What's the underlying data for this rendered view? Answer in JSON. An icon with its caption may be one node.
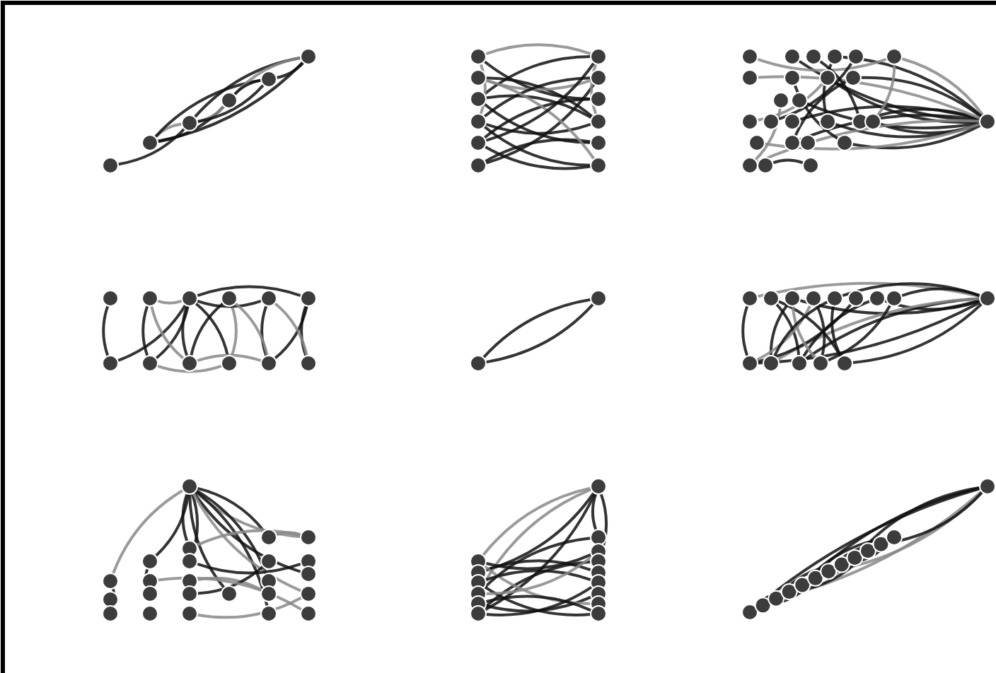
{
  "diagram": {
    "nodes": [
      {
        "text": [],
        "shape": "circle"
      },
      {
        "text": [],
        "shape": "circle"
      },
      {
        "text": [],
        "shape": "circle"
      },
      {
        "text": [],
        "shape": "circle"
      },
      {
        "text": [],
        "shape": "circle"
      },
      {
        "text": [],
        "shape": "circle"
      },
      {
        "text": [],
        "shape": "circle"
      },
      {
        "text": [],
        "shape": "circle"
      },
      {
        "text": [],
        "shape": "circle"
      },
      {
        "text": [],
        "shape": "circle"
      },
      {
        "text": [],
        "shape": "circle"
      },
      {
        "text": [],
        "shape": "circle"
      },
      {
        "text": [],
        "shape": "circle"
      },
      {
        "text": [],
        "shape": "circle"
      },
      {
        "text": [],
        "shape": "circle"
      },
      {
        "text": [],
        "shape": "circle"
      },
      {
        "text": [],
        "shape": "circle"
      },
      {
        "text": [],
        "shape": "circle"
      },
      {
        "text": [],
        "shape": "circle"
      },
      {
        "text": [],
        "shape": "circle"
      },
      {
        "text": [],
        "shape": "circle"
      },
      {
        "text": [],
        "shape": "circle"
      },
      {
        "text": [],
        "shape": "circle"
      },
      {
        "text": [],
        "shape": "circle"
      },
      {
        "text": [],
        "shape": "circle"
      },
      {
        "text": [],
        "shape": "circle"
      },
      {
        "text": [],
        "shape": "circle"
      },
      {
        "text": [],
        "shape": "circle"
      },
      {
        "text": [],
        "shape": "circle"
      },
      {
        "text": [],
        "shape": "circle"
      },
      {
        "text": [],
        "shape": "circle"
      },
      {
        "text": [],
        "shape": "circle"
      },
      {
        "text": [],
        "shape": "circle"
      },
      {
        "text": [],
        "shape": "circle"
      },
      {
        "text": [],
        "shape": "circle"
      },
      {
        "text": [],
        "shape": "circle"
      },
      {
        "text": [],
        "shape": "circle"
      },
      {
        "text": [],
        "shape": "circle"
      },
      {
        "text": [],
        "shape": "circle"
      },
      {
        "text": [],
        "shape": "circle"
      },
      {
        "text": [],
        "shape": "circle"
      },
      {
        "text": [],
        "shape": "circle"
      },
      {
        "text": [],
        "shape": "circle"
      },
      {
        "text": [],
        "shape": "circle"
      },
      {
        "text": [],
        "shape": "circle"
      },
      {
        "text": [],
        "shape": "circle"
      },
      {
        "text": [],
        "shape": "circle"
      },
      {
        "text": [],
        "shape": "circle"
      },
      {
        "text": [],
        "shape": "circle"
      },
      {
        "text": [],
        "shape": "circle"
      },
      {
        "text": [],
        "shape": "circle"
      },
      {
        "text": [],
        "shape": "circle"
      },
      {
        "text": [],
        "shape": "circle"
      },
      {
        "text": [],
        "shape": "circle"
      },
      {
        "text": [],
        "shape": "circle"
      },
      {
        "text": [],
        "shape": "circle"
      },
      {
        "text": [],
        "shape": "circle"
      },
      {
        "text": [],
        "shape": "circle"
      },
      {
        "text": [],
        "shape": "circle"
      },
      {
        "text": [],
        "shape": "circle"
      },
      {
        "text": [],
        "shape": "circle"
      },
      {
        "text": [],
        "shape": "circle"
      },
      {
        "text": [],
        "shape": "circle"
      },
      {
        "text": [],
        "shape": "circle"
      },
      {
        "text": [],
        "shape": "circle"
      },
      {
        "text": [],
        "shape": "circle"
      },
      {
        "text": [],
        "shape": "circle"
      },
      {
        "text": [],
        "shape": "circle"
      },
      {
        "text": [],
        "shape": "circle"
      },
      {
        "text": [],
        "shape": "circle"
      },
      {
        "text": [],
        "shape": "circle"
      },
      {
        "text": [],
        "shape": "circle"
      },
      {
        "text": [],
        "shape": "circle"
      },
      {
        "text": [],
        "shape": "circle"
      },
      {
        "text": [],
        "shape": "circle"
      },
      {
        "text": [],
        "shape": "circle"
      },
      {
        "text": [],
        "shape": "circle"
      },
      {
        "text": [],
        "shape": "circle"
      },
      {
        "text": [],
        "shape": "circle"
      },
      {
        "text": [],
        "shape": "circle"
      },
      {
        "text": [],
        "shape": "circle"
      },
      {
        "text": [],
        "shape": "circle"
      },
      {
        "text": [],
        "shape": "circle"
      },
      {
        "text": [],
        "shape": "circle"
      },
      {
        "text": [],
        "shape": "circle"
      },
      {
        "text": [],
        "shape": "circle"
      },
      {
        "text": [],
        "shape": "circle"
      },
      {
        "text": [],
        "shape": "circle"
      },
      {
        "text": [],
        "shape": "circle"
      },
      {
        "text": [],
        "shape": "circle"
      },
      {
        "text": [],
        "shape": "circle"
      },
      {
        "text": [],
        "shape": "circle"
      },
      {
        "text": [],
        "shape": "circle"
      },
      {
        "text": [],
        "shape": "circle"
      },
      {
        "text": [],
        "shape": "circle"
      },
      {
        "text": [],
        "shape": "circle"
      },
      {
        "text": [],
        "shape": "circle"
      },
      {
        "text": [],
        "shape": "circle"
      },
      {
        "text": [],
        "shape": "circle"
      },
      {
        "text": [],
        "shape": "circle"
      },
      {
        "text": [],
        "shape": "circle"
      },
      {
        "text": [],
        "shape": "circle"
      },
      {
        "text": [],
        "shape": "circle"
      },
      {
        "text": [],
        "shape": "circle"
      },
      {
        "text": [],
        "shape": "circle"
      },
      {
        "text": [],
        "shape": "circle"
      },
      {
        "text": [],
        "shape": "circle"
      },
      {
        "text": [],
        "shape": "circle"
      },
      {
        "text": [],
        "shape": "circle"
      },
      {
        "text": [],
        "shape": "circle"
      },
      {
        "text": [],
        "shape": "circle"
      },
      {
        "text": [],
        "shape": "circle"
      },
      {
        "text": [],
        "shape": "circle"
      },
      {
        "text": [],
        "shape": "circle"
      },
      {
        "text": [],
        "shape": "circle"
      },
      {
        "text": [],
        "shape": "circle"
      },
      {
        "text": [],
        "shape": "circle"
      },
      {
        "text": [],
        "shape": "circle"
      },
      {
        "text": [],
        "shape": "circle"
      },
      {
        "text": [],
        "shape": "circle"
      },
      {
        "text": [],
        "shape": "circle"
      },
      {
        "text": [],
        "shape": "circle"
      },
      {
        "text": [],
        "shape": "circle"
      },
      {
        "text": [],
        "shape": "circle"
      }
    ],
    "edges": [
      {
        "from": 0,
        "to": 2,
        "arrow": "none"
      },
      {
        "from": 1,
        "to": 2,
        "arrow": "none",
        "color": "#888888"
      },
      {
        "from": 1,
        "to": 3,
        "arrow": "none"
      },
      {
        "from": 1,
        "to": 4,
        "arrow": "none"
      },
      {
        "from": 2,
        "to": 3,
        "arrow": "none",
        "color": "#888888"
      },
      {
        "from": 2,
        "to": 5,
        "arrow": "none"
      },
      {
        "from": 2,
        "to": 4,
        "arrow": "none"
      },
      {
        "from": 3,
        "to": 5,
        "arrow": "none",
        "color": "#888888"
      },
      {
        "from": 4,
        "to": 5,
        "arrow": "none"
      },
      {
        "from": 3,
        "to": 4,
        "arrow": "none"
      },
      {
        "from": 1,
        "to": 5,
        "arrow": "none"
      },
      {
        "from": 6,
        "to": 12,
        "arrow": "none",
        "color": "#888888"
      },
      {
        "from": 6,
        "to": 14,
        "arrow": "none"
      },
      {
        "from": 7,
        "to": 15,
        "arrow": "none"
      },
      {
        "from": 7,
        "to": 13,
        "arrow": "none",
        "color": "#888888"
      },
      {
        "from": 8,
        "to": 12,
        "arrow": "none"
      },
      {
        "from": 8,
        "to": 16,
        "arrow": "none"
      },
      {
        "from": 9,
        "to": 13,
        "arrow": "none"
      },
      {
        "from": 9,
        "to": 15,
        "arrow": "none"
      },
      {
        "from": 10,
        "to": 14,
        "arrow": "none"
      },
      {
        "from": 10,
        "to": 17,
        "arrow": "none"
      },
      {
        "from": 11,
        "to": 16,
        "arrow": "none"
      },
      {
        "from": 11,
        "to": 13,
        "arrow": "none"
      },
      {
        "from": 6,
        "to": 9,
        "arrow": "none",
        "color": "#888888"
      },
      {
        "from": 12,
        "to": 15,
        "arrow": "none",
        "color": "#888888"
      },
      {
        "from": 8,
        "to": 15,
        "arrow": "none"
      },
      {
        "from": 9,
        "to": 17,
        "arrow": "none"
      },
      {
        "from": 7,
        "to": 17,
        "arrow": "none",
        "color": "#888888"
      },
      {
        "from": 10,
        "to": 12,
        "arrow": "none"
      },
      {
        "from": 23,
        "to": 43,
        "arrow": "none",
        "color": "#888888"
      },
      {
        "from": 19,
        "to": 43,
        "arrow": "none"
      },
      {
        "from": 21,
        "to": 43,
        "arrow": "none"
      },
      {
        "from": 26,
        "to": 43,
        "arrow": "none"
      },
      {
        "from": 27,
        "to": 43,
        "arrow": "none"
      },
      {
        "from": 29,
        "to": 43,
        "arrow": "none"
      },
      {
        "from": 32,
        "to": 43,
        "arrow": "none"
      },
      {
        "from": 33,
        "to": 43,
        "arrow": "none"
      },
      {
        "from": 34,
        "to": 43,
        "arrow": "none"
      },
      {
        "from": 35,
        "to": 43,
        "arrow": "none"
      },
      {
        "from": 37,
        "to": 43,
        "arrow": "none"
      },
      {
        "from": 39,
        "to": 43,
        "arrow": "none"
      },
      {
        "from": 24,
        "to": 43,
        "arrow": "none",
        "color": "#888888"
      },
      {
        "from": 36,
        "to": 43,
        "arrow": "none",
        "color": "#888888"
      },
      {
        "from": 40,
        "to": 43,
        "arrow": "none",
        "color": "#888888"
      },
      {
        "from": 18,
        "to": 23,
        "arrow": "none",
        "color": "#888888"
      },
      {
        "from": 41,
        "to": 42,
        "arrow": "none"
      },
      {
        "from": 40,
        "to": 28,
        "arrow": "none",
        "color": "#888888"
      },
      {
        "from": 20,
        "to": 34,
        "arrow": "none"
      },
      {
        "from": 25,
        "to": 39,
        "arrow": "none"
      },
      {
        "from": 22,
        "to": 31,
        "arrow": "none"
      },
      {
        "from": 30,
        "to": 26,
        "arrow": "none",
        "color": "#888888"
      },
      {
        "from": 37,
        "to": 27,
        "arrow": "none"
      },
      {
        "from": 21,
        "to": 33,
        "arrow": "none"
      },
      {
        "from": 23,
        "to": 35,
        "arrow": "none",
        "color": "#888888"
      },
      {
        "from": 44,
        "to": 50,
        "arrow": "none"
      },
      {
        "from": 46,
        "to": 50,
        "arrow": "none"
      },
      {
        "from": 45,
        "to": 51,
        "arrow": "none"
      },
      {
        "from": 46,
        "to": 51,
        "arrow": "none"
      },
      {
        "from": 46,
        "to": 52,
        "arrow": "none"
      },
      {
        "from": 46,
        "to": 53,
        "arrow": "none"
      },
      {
        "from": 47,
        "to": 52,
        "arrow": "none"
      },
      {
        "from": 47,
        "to": 53,
        "arrow": "none",
        "color": "#888888"
      },
      {
        "from": 46,
        "to": 48,
        "arrow": "none"
      },
      {
        "from": 46,
        "to": 49,
        "arrow": "none"
      },
      {
        "from": 48,
        "to": 54,
        "arrow": "none"
      },
      {
        "from": 49,
        "to": 54,
        "arrow": "none"
      },
      {
        "from": 49,
        "to": 55,
        "arrow": "none"
      },
      {
        "from": 48,
        "to": 55,
        "arrow": "none",
        "color": "#888888"
      },
      {
        "from": 45,
        "to": 46,
        "arrow": "none",
        "color": "#888888"
      },
      {
        "from": 52,
        "to": 54,
        "arrow": "none",
        "color": "#888888"
      },
      {
        "from": 51,
        "to": 53,
        "arrow": "none",
        "color": "#888888"
      },
      {
        "from": 47,
        "to": 54,
        "arrow": "none",
        "color": "#888888"
      },
      {
        "from": 45,
        "to": 52,
        "arrow": "none",
        "color": "#888888"
      },
      {
        "from": 56,
        "to": 57,
        "arrow": "none"
      },
      {
        "from": 56,
        "to": 57,
        "arrow": "none"
      },
      {
        "from": 58,
        "to": 71,
        "arrow": "none",
        "color": "#888888"
      },
      {
        "from": 60,
        "to": 71,
        "arrow": "none"
      },
      {
        "from": 62,
        "to": 71,
        "arrow": "none"
      },
      {
        "from": 64,
        "to": 71,
        "arrow": "none"
      },
      {
        "from": 65,
        "to": 71,
        "arrow": "none"
      },
      {
        "from": 66,
        "to": 71,
        "arrow": "none"
      },
      {
        "from": 68,
        "to": 71,
        "arrow": "none"
      },
      {
        "from": 70,
        "to": 71,
        "arrow": "none"
      },
      {
        "from": 67,
        "to": 71,
        "arrow": "none",
        "color": "#888888"
      },
      {
        "from": 58,
        "to": 66,
        "arrow": "none"
      },
      {
        "from": 59,
        "to": 68,
        "arrow": "none"
      },
      {
        "from": 60,
        "to": 67,
        "arrow": "none"
      },
      {
        "from": 61,
        "to": 69,
        "arrow": "none"
      },
      {
        "from": 62,
        "to": 70,
        "arrow": "none"
      },
      {
        "from": 63,
        "to": 66,
        "arrow": "none"
      },
      {
        "from": 64,
        "to": 68,
        "arrow": "none"
      },
      {
        "from": 59,
        "to": 70,
        "arrow": "none"
      },
      {
        "from": 60,
        "to": 69,
        "arrow": "none",
        "color": "#888888"
      },
      {
        "from": 61,
        "to": 66,
        "arrow": "none",
        "color": "#888888"
      },
      {
        "from": 62,
        "to": 67,
        "arrow": "none"
      },
      {
        "from": 65,
        "to": 69,
        "arrow": "none"
      },
      {
        "from": 72,
        "to": 73,
        "arrow": "none",
        "color": "#888888"
      },
      {
        "from": 72,
        "to": 76,
        "arrow": "none"
      },
      {
        "from": 72,
        "to": 80,
        "arrow": "none"
      },
      {
        "from": 72,
        "to": 81,
        "arrow": "none"
      },
      {
        "from": 72,
        "to": 85,
        "arrow": "none"
      },
      {
        "from": 72,
        "to": 86,
        "arrow": "none"
      },
      {
        "from": 72,
        "to": 91,
        "arrow": "none",
        "color": "#888888"
      },
      {
        "from": 72,
        "to": 88,
        "arrow": "none"
      },
      {
        "from": 72,
        "to": 93,
        "arrow": "none"
      },
      {
        "from": 72,
        "to": 90,
        "arrow": "none"
      },
      {
        "from": 72,
        "to": 94,
        "arrow": "none",
        "color": "#888888"
      },
      {
        "from": 73,
        "to": 75,
        "arrow": "none"
      },
      {
        "from": 76,
        "to": 78,
        "arrow": "none"
      },
      {
        "from": 80,
        "to": 91,
        "arrow": "none",
        "color": "#888888"
      },
      {
        "from": 81,
        "to": 92,
        "arrow": "none"
      },
      {
        "from": 82,
        "to": 89,
        "arrow": "none",
        "color": "#888888"
      },
      {
        "from": 83,
        "to": 87,
        "arrow": "none"
      },
      {
        "from": 77,
        "to": 95,
        "arrow": "none",
        "color": "#888888"
      },
      {
        "from": 84,
        "to": 94,
        "arrow": "none",
        "color": "#888888"
      },
      {
        "from": 86,
        "to": 91,
        "arrow": "none",
        "color": "#888888"
      },
      {
        "from": 96,
        "to": 97,
        "arrow": "none",
        "color": "#888888"
      },
      {
        "from": 96,
        "to": 98,
        "arrow": "none"
      },
      {
        "from": 96,
        "to": 100,
        "arrow": "none",
        "color": "#888888"
      },
      {
        "from": 96,
        "to": 102,
        "arrow": "none"
      },
      {
        "from": 96,
        "to": 103,
        "arrow": "none"
      },
      {
        "from": 96,
        "to": 105,
        "arrow": "none"
      },
      {
        "from": 97,
        "to": 104,
        "arrow": "none"
      },
      {
        "from": 98,
        "to": 106,
        "arrow": "none"
      },
      {
        "from": 99,
        "to": 110,
        "arrow": "none"
      },
      {
        "from": 100,
        "to": 103,
        "arrow": "none"
      },
      {
        "from": 101,
        "to": 108,
        "arrow": "none"
      },
      {
        "from": 102,
        "to": 105,
        "arrow": "none"
      },
      {
        "from": 97,
        "to": 109,
        "arrow": "none",
        "color": "#888888"
      },
      {
        "from": 99,
        "to": 107,
        "arrow": "none"
      },
      {
        "from": 100,
        "to": 104,
        "arrow": "none",
        "color": "#888888"
      },
      {
        "from": 101,
        "to": 110,
        "arrow": "none"
      },
      {
        "from": 102,
        "to": 107,
        "arrow": "none"
      },
      {
        "from": 111,
        "to": 123,
        "arrow": "none"
      },
      {
        "from": 113,
        "to": 123,
        "arrow": "none",
        "color": "#888888"
      },
      {
        "from": 115,
        "to": 123,
        "arrow": "none"
      },
      {
        "from": 117,
        "to": 123,
        "arrow": "none",
        "color": "#888888"
      },
      {
        "from": 119,
        "to": 123,
        "arrow": "none"
      },
      {
        "from": 121,
        "to": 123,
        "arrow": "none"
      },
      {
        "from": 111,
        "to": 114,
        "arrow": "none"
      },
      {
        "from": 112,
        "to": 116,
        "arrow": "none"
      },
      {
        "from": 113,
        "to": 118,
        "arrow": "none"
      },
      {
        "from": 114,
        "to": 120,
        "arrow": "none"
      },
      {
        "from": 115,
        "to": 122,
        "arrow": "none"
      },
      {
        "from": 116,
        "to": 119,
        "arrow": "none",
        "color": "#888888"
      },
      {
        "from": 117,
        "to": 121,
        "arrow": "none"
      },
      {
        "from": 118,
        "to": 122,
        "arrow": "none"
      }
    ]
  }
}
